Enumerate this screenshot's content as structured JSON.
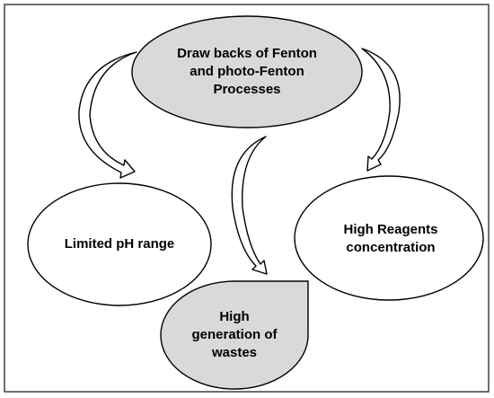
{
  "diagram": {
    "title_node": {
      "lines": [
        "Draw backs of Fenton",
        "and photo-Fenton",
        "Processes"
      ],
      "fill": "#d9d9d9"
    },
    "nodes": [
      {
        "id": "ph",
        "lines": [
          "Limited pH range"
        ],
        "fill": "#ffffff"
      },
      {
        "id": "wastes",
        "lines": [
          "High",
          "generation of",
          "wastes"
        ],
        "fill": "#d9d9d9"
      },
      {
        "id": "reagents",
        "lines": [
          "High Reagents",
          "concentration"
        ],
        "fill": "#ffffff"
      }
    ],
    "colors": {
      "stroke": "#000000",
      "frame_stroke": "#404040",
      "arrow_fill": "#ffffff"
    }
  }
}
